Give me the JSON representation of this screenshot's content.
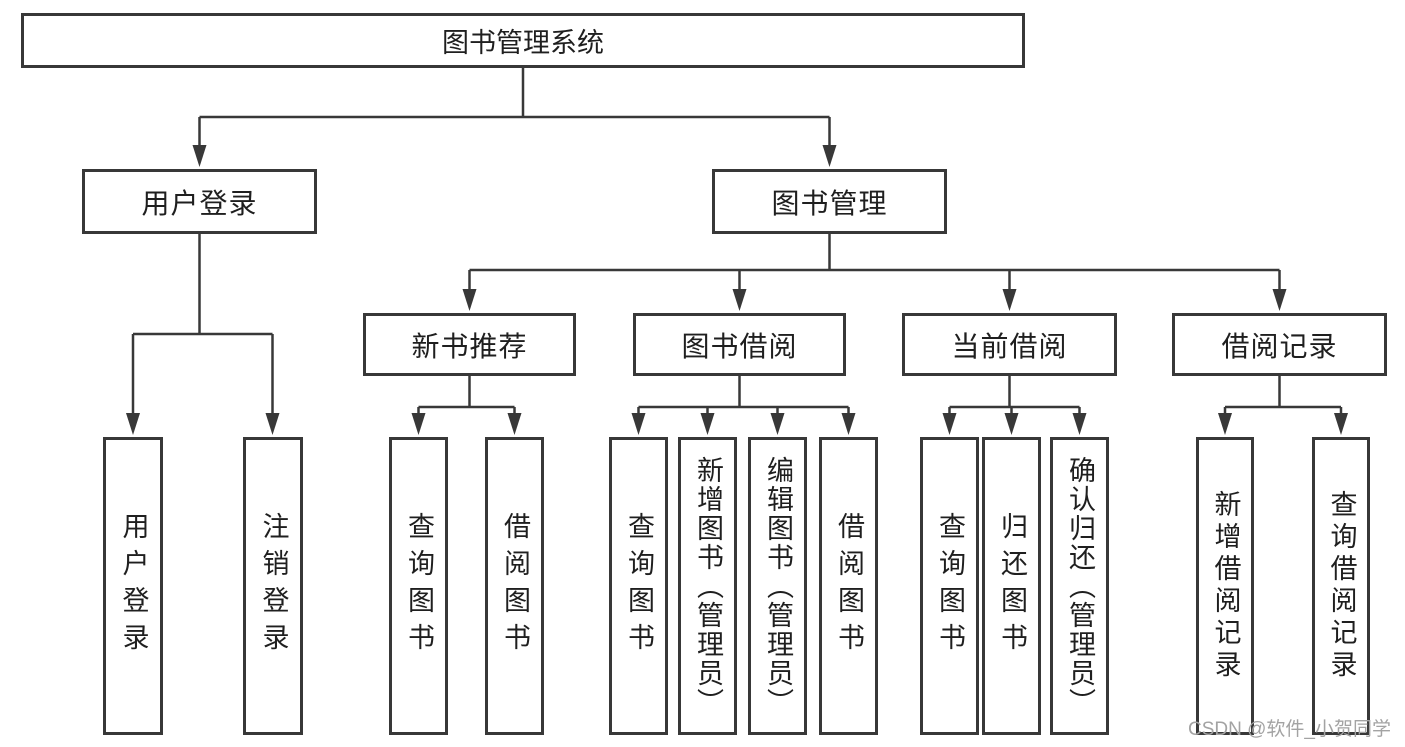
{
  "root": {
    "label": "图书管理系统"
  },
  "modules": [
    {
      "label": "用户登录",
      "features": [
        "用户登录",
        "注销登录"
      ]
    },
    {
      "label": "图书管理",
      "submodules": [
        {
          "label": "新书推荐",
          "features": [
            "查询图书",
            "借阅图书"
          ]
        },
        {
          "label": "图书借阅",
          "features": [
            "查询图书",
            "新增图书（管理员）",
            "编辑图书（管理员）",
            "借阅图书"
          ]
        },
        {
          "label": "当前借阅",
          "features": [
            "查询图书",
            "归还图书",
            "确认归还（管理员）"
          ]
        },
        {
          "label": "借阅记录",
          "features": [
            "新增借阅记录",
            "查询借阅记录"
          ]
        }
      ]
    }
  ],
  "watermark": {
    "text": "CSDN @软件_小贺同学"
  },
  "colors": {
    "line": "#383838",
    "text": "#1f1f1f",
    "background": "#ffffff",
    "watermark": "#a3a3a3"
  }
}
